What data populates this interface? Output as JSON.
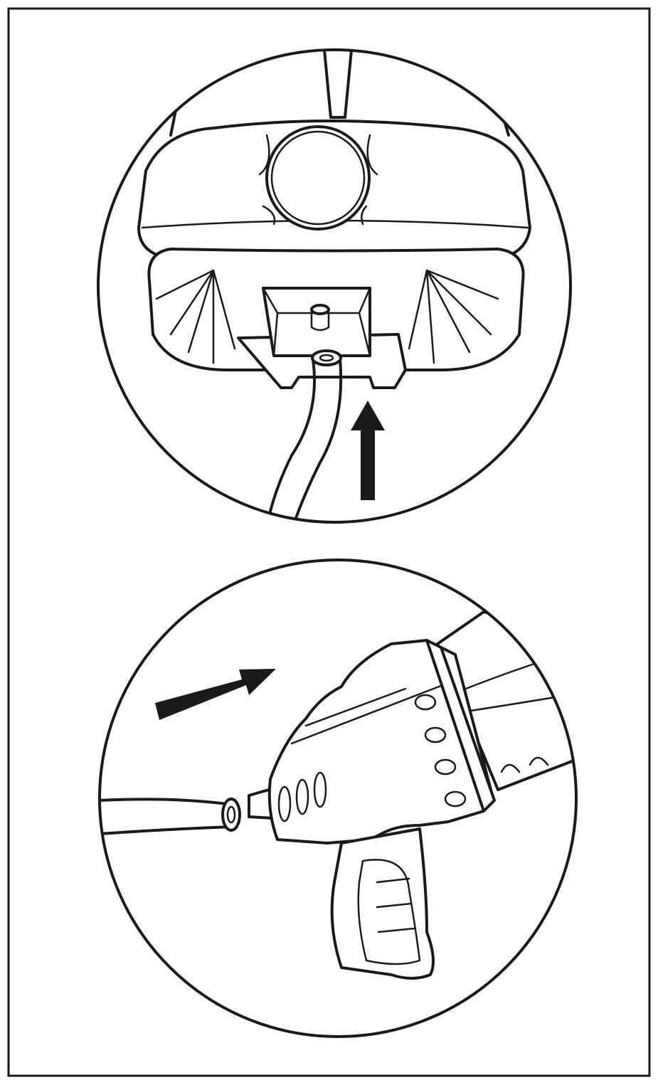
{
  "colors": {
    "line": "#1a1a1a",
    "background": "#ffffff",
    "arrow": "#1a1a1a"
  },
  "panels": [
    {
      "id": "top-step",
      "arrow_direction": "up"
    },
    {
      "id": "bottom-step",
      "arrow_direction": "up-right"
    }
  ]
}
